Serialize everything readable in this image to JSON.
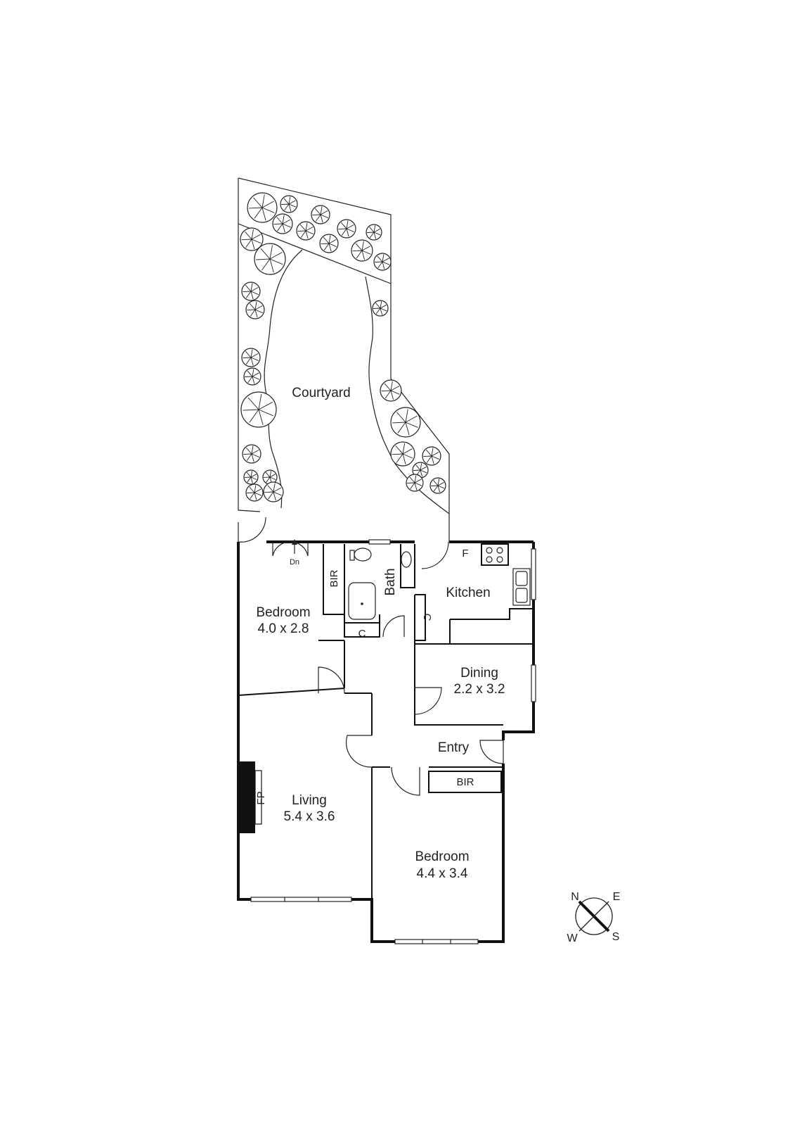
{
  "courtyard": {
    "label": "Courtyard"
  },
  "rooms": {
    "bedroom1": {
      "name": "Bedroom",
      "size": "4.0 x 2.8"
    },
    "bedroom2": {
      "name": "Bedroom",
      "size": "4.4 x 3.4"
    },
    "living": {
      "name": "Living",
      "size": "5.4 x 3.6"
    },
    "dining": {
      "name": "Dining",
      "size": "2.2 x 3.2"
    },
    "kitchen": {
      "name": "Kitchen"
    },
    "bath": {
      "name": "Bath"
    },
    "entry": {
      "name": "Entry"
    }
  },
  "fixtures": {
    "bir_bedroom1": "BIR",
    "bir_bedroom2": "BIR",
    "cupboard_bath": "C",
    "cupboard_hall": "C",
    "fridge": "F",
    "fireplace": "FP",
    "stairs_down": "Dn"
  },
  "compass": {
    "n": "N",
    "e": "E",
    "s": "S",
    "w": "W"
  },
  "colors": {
    "wall": "#111111",
    "line": "#222222",
    "background": "#ffffff"
  }
}
